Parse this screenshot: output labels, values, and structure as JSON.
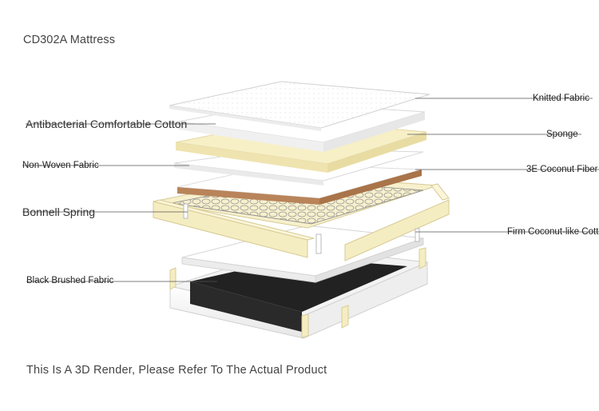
{
  "title": "CD302A Mattress",
  "footer": "This Is A 3D Render, Please Refer To The Actual Product",
  "labels": {
    "knitted": "Knitted Fabric",
    "antibacterial": "Antibacterial Comfortable Cotton",
    "sponge": "Sponge",
    "nonwoven": "Non-Woven Fabric",
    "coconut_fiber": "3E Coconut Fiber",
    "bonnell": "Bonnell Spring",
    "firm_coconut": "Firm Coconut-like Cotton",
    "black_brushed": "Black Brushed Fabric"
  },
  "colors": {
    "sponge": "#f7efc6",
    "coconut": "#b9845a",
    "frame": "#f5edc2",
    "black": "#222222",
    "fabric": "#ffffff"
  }
}
